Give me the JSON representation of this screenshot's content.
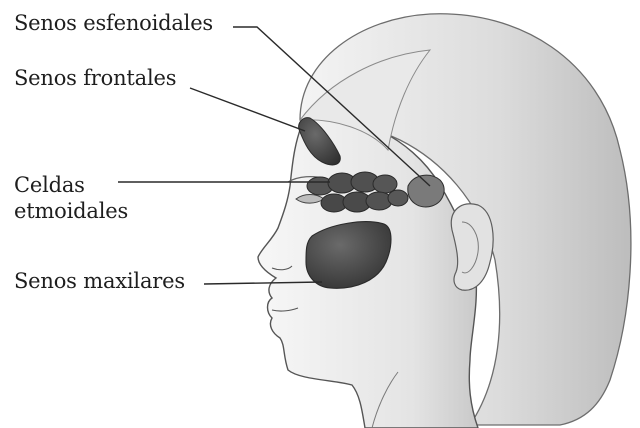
{
  "labels": {
    "sphenoid": "Senos esfenoidales",
    "frontal": "Senos frontales",
    "ethmoid_line1": "Celdas",
    "ethmoid_line2": "etmoidales",
    "maxillary": "Senos maxilares"
  },
  "colors": {
    "background": "#ffffff",
    "ink": "#1e1e1e",
    "sinus": "#4a4a4a",
    "skin_shade": "#cfcfcf",
    "hair_shade": "#d9d9d9"
  }
}
